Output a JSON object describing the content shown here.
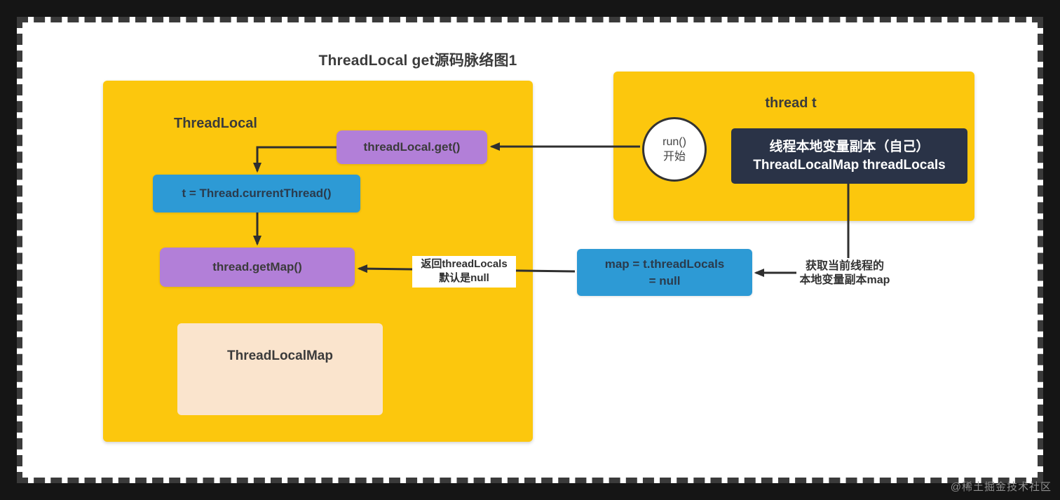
{
  "page": {
    "title": "ThreadLocal get源码脉络图1",
    "watermark": "@稀土掘金技术社区"
  },
  "colors": {
    "yellow": "#FCC70D",
    "purple": "#B27FD8",
    "blue": "#2D9AD5",
    "navy": "#2A3347",
    "peach": "#FAE4CD",
    "arrow": "#2F2F2F",
    "ink": "#3B3B3B",
    "ink-on-blue": "#2A3B4D"
  },
  "threadlocal_group": {
    "label": "ThreadLocal",
    "nodes": {
      "get": "threadLocal.get()",
      "current_thread": "t = Thread.currentThread()",
      "get_map": "thread.getMap()",
      "threadlocalmap": "ThreadLocalMap"
    }
  },
  "thread_group": {
    "label": "thread t",
    "run_circle": {
      "line1": "run()",
      "line2": "开始"
    },
    "locals_box": {
      "line1": "线程本地变量副本（自己）",
      "line2": "ThreadLocalMap threadLocals"
    }
  },
  "map_node": {
    "line1": "map = t.threadLocals",
    "line2": "= null"
  },
  "annotations": {
    "return_label": {
      "line1": "返回threadLocals",
      "line2": "默认是null"
    },
    "get_map_note": {
      "line1": "获取当前线程的",
      "line2": "本地变量副本map"
    }
  }
}
